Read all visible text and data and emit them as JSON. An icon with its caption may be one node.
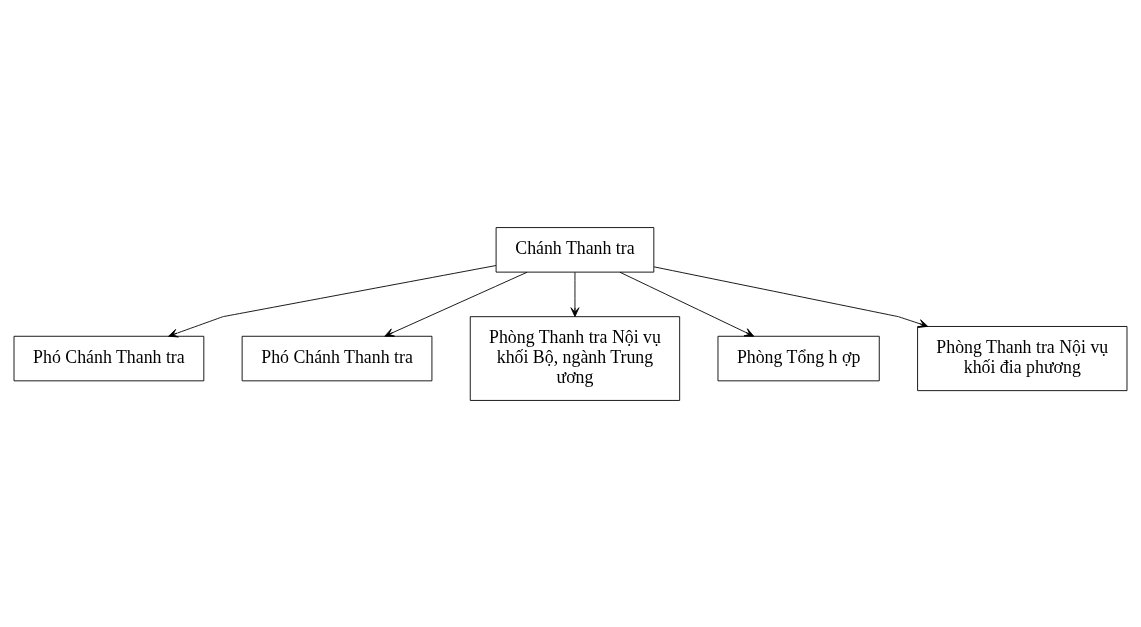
{
  "diagram": {
    "nodes": [
      {
        "text": [
          "Chánh Thanh tra"
        ]
      },
      {
        "text": [
          "Phó Chánh Thanh tra"
        ]
      },
      {
        "text": [
          "Phó Chánh Thanh tra"
        ]
      },
      {
        "text": [
          "Phòng Thanh tra Nội vụ khối Bộ, ngành Trung ương"
        ]
      },
      {
        "text": [
          "Phòng Tổng h ợp"
        ]
      },
      {
        "text": [
          "Phòng Thanh tra Nội vụ khối đia phương"
        ]
      }
    ],
    "edges": [
      {
        "from": 0,
        "to": 1,
        "arrow": "to"
      },
      {
        "from": 0,
        "to": 2,
        "arrow": "to"
      },
      {
        "from": 0,
        "to": 3,
        "arrow": "to"
      },
      {
        "from": 0,
        "to": 4,
        "arrow": "to"
      },
      {
        "from": 0,
        "to": 5,
        "arrow": "to"
      }
    ]
  }
}
